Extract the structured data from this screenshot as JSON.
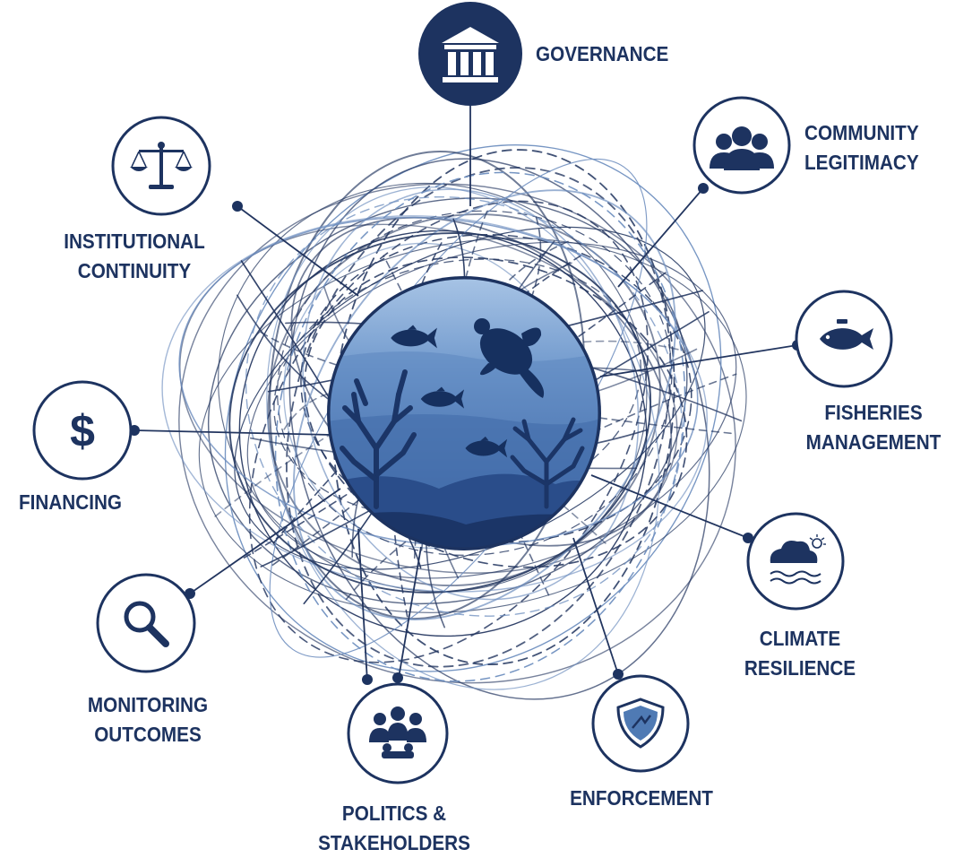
{
  "diagram": {
    "center": {
      "scene": "ocean ecosystem with fish, sea turtle and coral"
    },
    "nodes": [
      {
        "id": "governance",
        "icon": "institution-icon",
        "lines": [
          "GOVERNANCE"
        ]
      },
      {
        "id": "community-legitimacy",
        "icon": "people-group-icon",
        "lines": [
          "COMMUNITY",
          "LEGITIMACY"
        ]
      },
      {
        "id": "fisheries-management",
        "icon": "fish-icon",
        "lines": [
          "FISHERIES",
          "MANAGEMENT"
        ]
      },
      {
        "id": "climate-resilience",
        "icon": "cloud-waves-icon",
        "lines": [
          "CLIMATE",
          "RESILIENCE"
        ]
      },
      {
        "id": "enforcement",
        "icon": "shield-icon",
        "lines": [
          "ENFORCEMENT"
        ]
      },
      {
        "id": "politics-stakeholders",
        "icon": "stakeholders-icon",
        "lines": [
          "POLITICS &",
          "STAKEHOLDERS"
        ]
      },
      {
        "id": "monitoring-outcomes",
        "icon": "magnifier-icon",
        "lines": [
          "MONITORING",
          "OUTCOMES"
        ]
      },
      {
        "id": "financing",
        "icon": "dollar-icon",
        "lines": [
          "FINANCING"
        ]
      },
      {
        "id": "institutional-continuity",
        "icon": "scales-icon",
        "lines": [
          "INSTITUTIONAL",
          "CONTINUITY"
        ]
      }
    ],
    "colors": {
      "navy": "#1d3360",
      "ocean_light": "#8fb2dc",
      "ocean_mid": "#4f7ab4",
      "ocean_deep": "#1d3f78",
      "line": "#22355f"
    }
  }
}
